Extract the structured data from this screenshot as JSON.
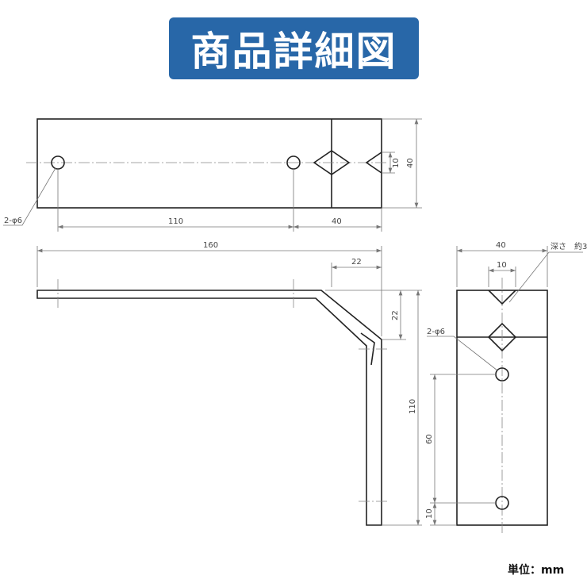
{
  "title": "商品詳細図",
  "unit_label": "単位：mm",
  "colors": {
    "banner": "#2867a8",
    "line": "#222222"
  },
  "top_view": {
    "hole_note": "2-φ6",
    "dim_hole_spacing": "110",
    "dim_notch_offset": "40",
    "dim_notch_width": "10",
    "dim_height": "40"
  },
  "side_view": {
    "dim_length": "160",
    "dim_bend_horizontal": "22",
    "dim_bend_vertical": "22",
    "dim_height": "110"
  },
  "end_view": {
    "dim_width": "40",
    "dim_notch_width": "10",
    "depth_note": "深さ　約3",
    "hole_note": "2-φ6",
    "dim_hole_spacing": "60",
    "dim_hole_offset": "10"
  }
}
